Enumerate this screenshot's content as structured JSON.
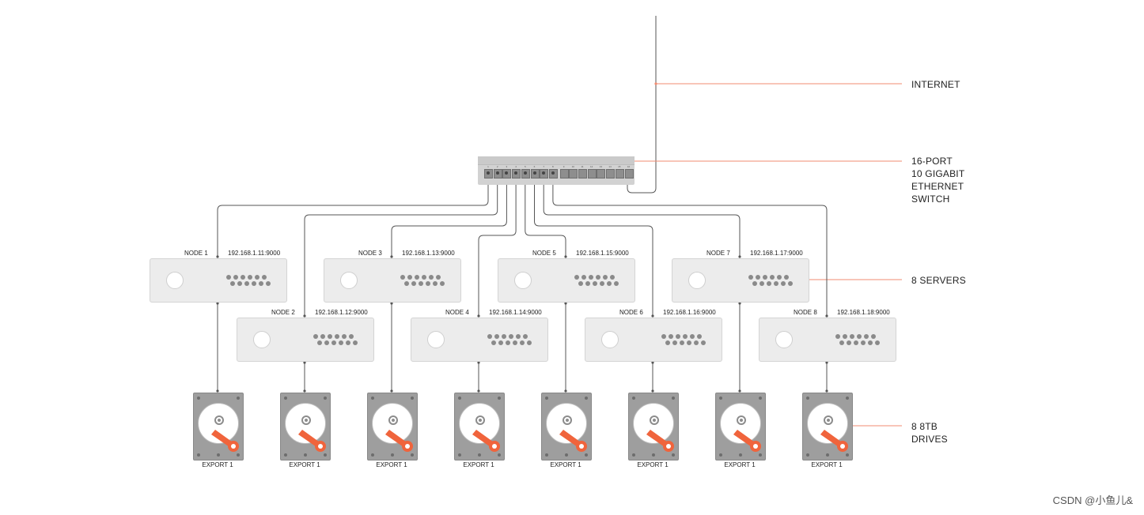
{
  "labels": {
    "internet": "INTERNET",
    "switch_lines": [
      "16-PORT",
      "10 GIGABIT",
      "ETHERNET",
      "SWITCH"
    ],
    "servers": "8 SERVERS",
    "drives_lines": [
      "8 8TB",
      "DRIVES"
    ]
  },
  "switch": {
    "ports": [
      "1",
      "2",
      "3",
      "4",
      "5",
      "6",
      "7",
      "8",
      "9",
      "10",
      "11",
      "12",
      "13",
      "14",
      "15",
      "16"
    ],
    "used_ports": [
      1,
      2,
      3,
      4,
      5,
      6,
      7,
      8
    ]
  },
  "nodes": [
    {
      "name": "NODE 1",
      "ip": "192.168.1.11:9000"
    },
    {
      "name": "NODE 2",
      "ip": "192.168.1.12:9000"
    },
    {
      "name": "NODE 3",
      "ip": "192.168.1.13:9000"
    },
    {
      "name": "NODE 4",
      "ip": "192.168.1.14:9000"
    },
    {
      "name": "NODE 5",
      "ip": "192.168.1.15:9000"
    },
    {
      "name": "NODE 6",
      "ip": "192.168.1.16:9000"
    },
    {
      "name": "NODE 7",
      "ip": "192.168.1.17:9000"
    },
    {
      "name": "NODE 8",
      "ip": "192.168.1.18:9000"
    }
  ],
  "drives": [
    {
      "label": "EXPORT 1"
    },
    {
      "label": "EXPORT 1"
    },
    {
      "label": "EXPORT 1"
    },
    {
      "label": "EXPORT 1"
    },
    {
      "label": "EXPORT 1"
    },
    {
      "label": "EXPORT 1"
    },
    {
      "label": "EXPORT 1"
    },
    {
      "label": "EXPORT 1"
    }
  ],
  "colors": {
    "accent": "#f0643c",
    "wire": "#555555",
    "callout": "#f28b70"
  },
  "watermark": "CSDN @小鱼儿&"
}
